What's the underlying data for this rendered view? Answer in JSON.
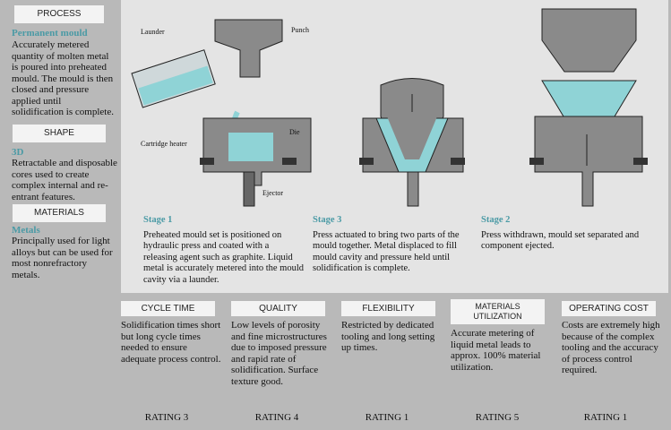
{
  "left": {
    "process": {
      "header": "PROCESS",
      "subtitle": "Permanent mould",
      "text": "Accurately metered quantity of molten metal is poured into preheated mould. The mould is then closed and pressure applied until solidification is complete."
    },
    "shape": {
      "header": "SHAPE",
      "subtitle": "3D",
      "text": "Retractable and disposable cores used to create complex internal and re-entrant features."
    },
    "materials": {
      "header": "MATERIALS",
      "subtitle": "Metals",
      "text": "Principally used for light alloys but can be used for most nonrefractory metals."
    }
  },
  "diagram": {
    "labels": {
      "launder": "Launder",
      "punch": "Punch",
      "die": "Die",
      "cartridge": "Cartridge heater",
      "ejector": "Ejector"
    },
    "colors": {
      "metal": "#8fd3d6",
      "die": "#8a8a8a"
    }
  },
  "stages": [
    {
      "title": "Stage 1",
      "text": "Preheated mould set is positioned on hydraulic press and coated with a releasing agent such as graphite. Liquid metal is accurately metered into the mould cavity via a launder."
    },
    {
      "title": "Stage 3",
      "text": "Press actuated to bring two parts of the mould together. Metal displaced to fill mould cavity and pressure held until solidification is complete."
    },
    {
      "title": "Stage 2",
      "text": "Press withdrawn, mould set separated and component ejected."
    }
  ],
  "criteria": [
    {
      "header": "CYCLE TIME",
      "text": "Solidification times short but long cycle times needed to ensure adequate process control.",
      "rating": "RATING 3"
    },
    {
      "header": "QUALITY",
      "text": "Low levels of porosity and fine microstructures due to imposed pressure and rapid rate of solidification. Surface texture good.",
      "rating": "RATING 4"
    },
    {
      "header": "FLEXIBILITY",
      "text": "Restricted by dedicated tooling and long setting up times.",
      "rating": "RATING 1"
    },
    {
      "header": "MATERIALS UTILIZATION",
      "text": "Accurate metering of liquid metal leads to approx. 100% material utilization.",
      "rating": "RATING 5"
    },
    {
      "header": "OPERATING COST",
      "text": "Costs are extremely high because of the complex tooling and the accuracy of process control required.",
      "rating": "RATING 1"
    }
  ]
}
